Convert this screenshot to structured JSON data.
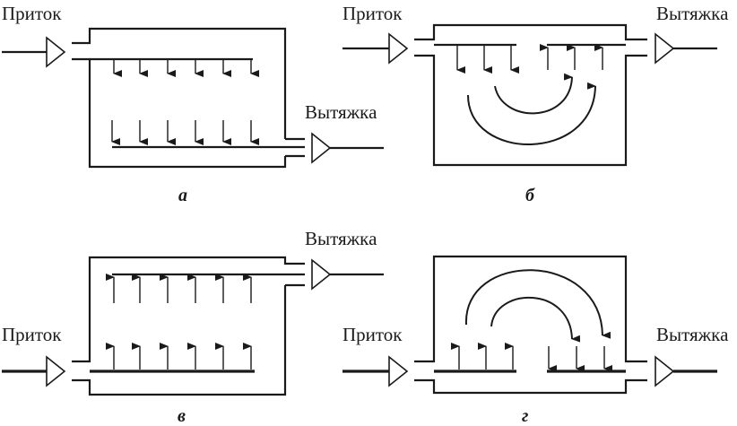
{
  "labels": {
    "supply": "Приток",
    "exhaust": "Вытяжка"
  },
  "captions": {
    "a": "а",
    "b": "б",
    "c": "в",
    "d": "г"
  }
}
